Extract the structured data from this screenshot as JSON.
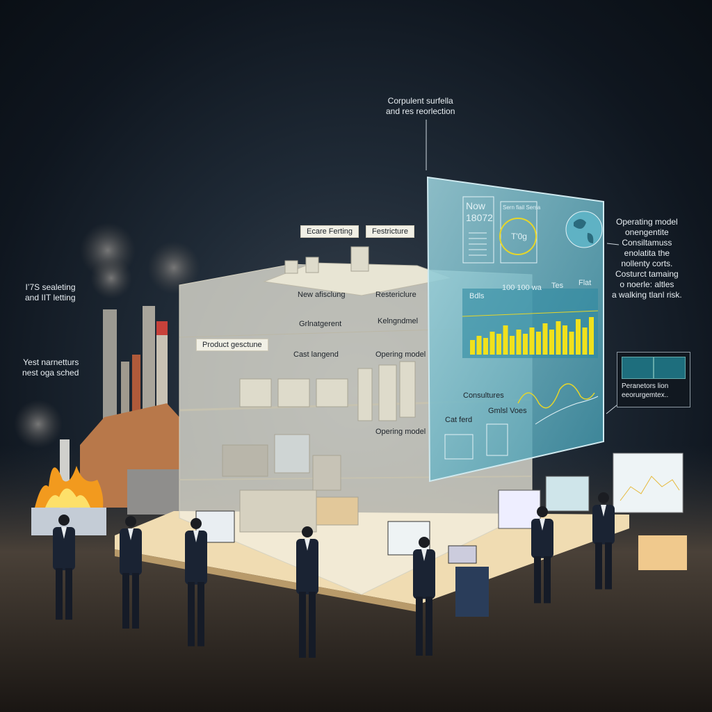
{
  "annotations": {
    "top": [
      "Corpulent surfella",
      "and res reorlection"
    ],
    "left_upper": [
      "I’7S sealeting",
      "and IIT letting"
    ],
    "left_lower": [
      "Yest narnetturs",
      "nest oga sched"
    ],
    "right": [
      "Operating model",
      "onengentite",
      "Consiltamuss",
      "enolatita the",
      "nollenty corts.",
      "Costurct tamaing",
      "o noerle: altles",
      "a walking tlanl risk."
    ],
    "thumb_caption": [
      "Peranetors lion",
      "eeorurgemtex.."
    ]
  },
  "building_labels": {
    "roof_left": "Ecare Ferting",
    "roof_right": "Festricture",
    "l1_left": "New afisclung",
    "l1_right": "Restericlure",
    "l2_left": "Grlnatgerent",
    "l2_right": "Kelngndmel",
    "l3_product": "Product gesctune",
    "l3_cost": "Cast langend",
    "l3_op": "Opering model",
    "l4_consult": "Consultures",
    "l4_cost": "Cat ferd",
    "l4_gml": "Gmlsl Voes",
    "l4_op": "Opering model"
  },
  "panel": {
    "card1_title": "Now",
    "card1_value": "18072",
    "card2_title": "Sern fiail Sersa",
    "gauge_value": "T'0g",
    "row_labels": [
      "Bdls",
      "100 100 wa",
      "Tes",
      "Flat"
    ],
    "bars": [
      0.35,
      0.45,
      0.4,
      0.55,
      0.5,
      0.7,
      0.45,
      0.6,
      0.5,
      0.65,
      0.55,
      0.75,
      0.6,
      0.8,
      0.7,
      0.55,
      0.85,
      0.65,
      0.9
    ],
    "accent": "#f1e11c"
  },
  "colors": {
    "panel": "#5fb2c4",
    "suit": "#1a2333",
    "fire": "#f29a1e"
  }
}
